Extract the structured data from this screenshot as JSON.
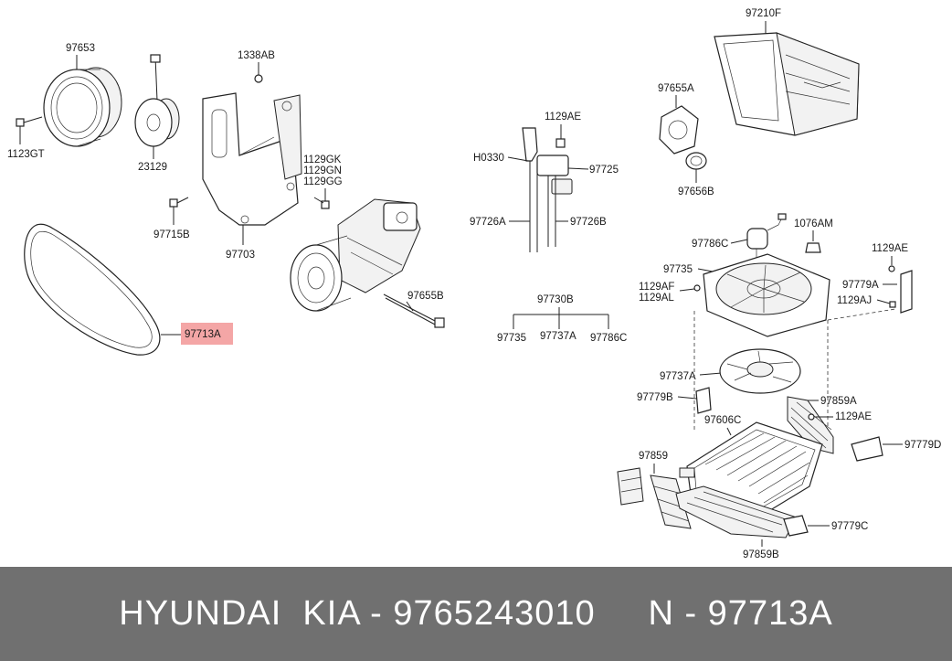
{
  "labels": {
    "p97653": "97653",
    "p1123GT": "1123GT",
    "p23129": "23129",
    "p1338AB": "1338AB",
    "p97715B": "97715B",
    "p97703": "97703",
    "p1129GK": "1129GK",
    "p1129GN": "1129GN",
    "p1129GG": "1129GG",
    "p97655B": "97655B",
    "p97713A": "97713A",
    "p1129AE_a": "1129AE",
    "pH0330": "H0330",
    "p97725": "97725",
    "p97726A": "97726A",
    "p97726B": "97726B",
    "p97730B": "97730B",
    "p97735_a": "97735",
    "p97737A_a": "97737A",
    "p97786C_a": "97786C",
    "p97210F": "97210F",
    "p97655A": "97655A",
    "p97656B": "97656B",
    "p97786C_b": "97786C",
    "p1076AM": "1076AM",
    "p1129AE_b": "1129AE",
    "p97735_b": "97735",
    "p1129AF": "1129AF",
    "p1129AL": "1129AL",
    "p97779A": "97779A",
    "p1129AJ": "1129AJ",
    "p97737A_b": "97737A",
    "p97779B": "97779B",
    "p97859A": "97859A",
    "p97606C": "97606C",
    "p1129AE_c": "1129AE",
    "p97779D": "97779D",
    "p97859": "97859",
    "p97779C": "97779C",
    "p97859B": "97859B"
  },
  "highlight": {
    "part": "97713A",
    "color": "#f4a6a6"
  },
  "footer": {
    "text": "HYUNDAI  KIA - 9765243010     N - 97713A",
    "background": "#707070"
  }
}
